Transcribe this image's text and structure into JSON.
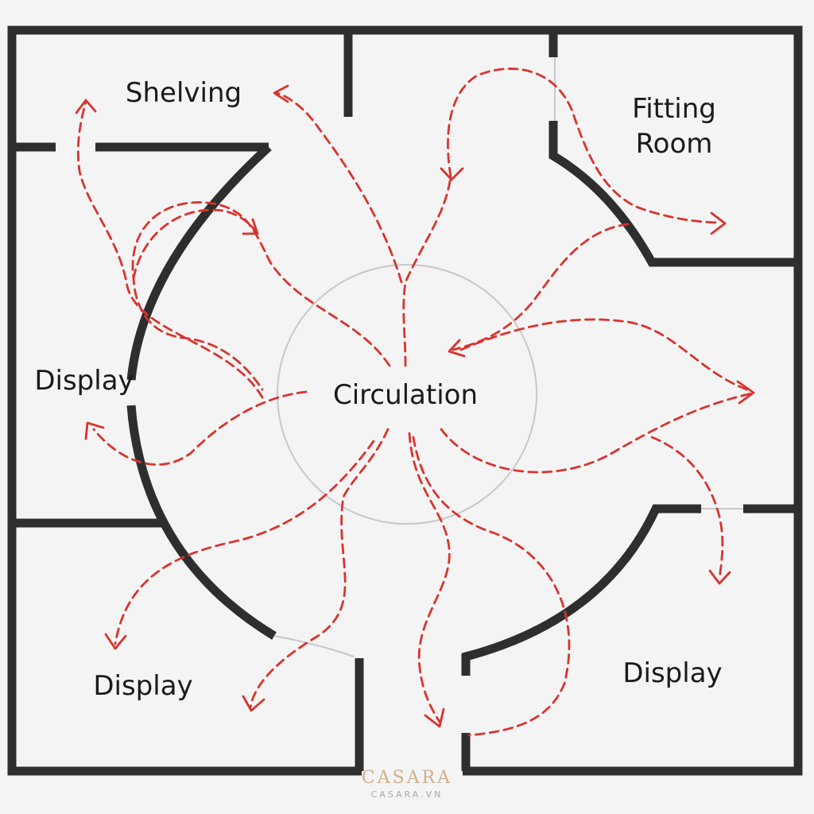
{
  "labels": {
    "shelving": "Shelving",
    "fitting_room_line1": "Fitting",
    "fitting_room_line2": "Room",
    "display_left": "Display",
    "circulation": "Circulation",
    "display_bottom_left": "Display",
    "display_bottom_right": "Display"
  },
  "watermark": {
    "brand": "CASARA",
    "url": "CASARA.VN"
  },
  "colors": {
    "wall": "#2e2e2e",
    "flow_arrow": "#d8342e",
    "hub_ring": "#c8c8c8",
    "background": "#f4f4f4"
  }
}
